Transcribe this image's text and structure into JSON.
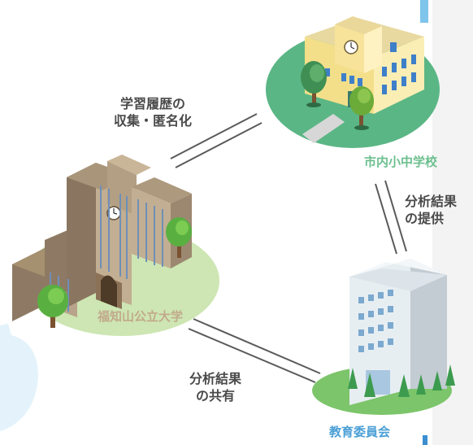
{
  "nodes": {
    "school": "市内小中学校",
    "university": "福知山公立大学",
    "board": "教育委員会"
  },
  "edges": {
    "collect": [
      "学習履歴の",
      "収集・匿名化"
    ],
    "provide": [
      "分析結果",
      "の提供"
    ],
    "share": [
      "分析結果",
      "の共有"
    ]
  },
  "colors": {
    "school_label": "#6cbf8e",
    "university_label": "#c2a98a",
    "board_label": "#4a9fd6",
    "edge_text": "#4a4a4a",
    "school_ground": "#5bb685",
    "university_ground": "#cde6b3",
    "board_ground": "#7cc56a",
    "side_panel": "#e6f4fb"
  }
}
